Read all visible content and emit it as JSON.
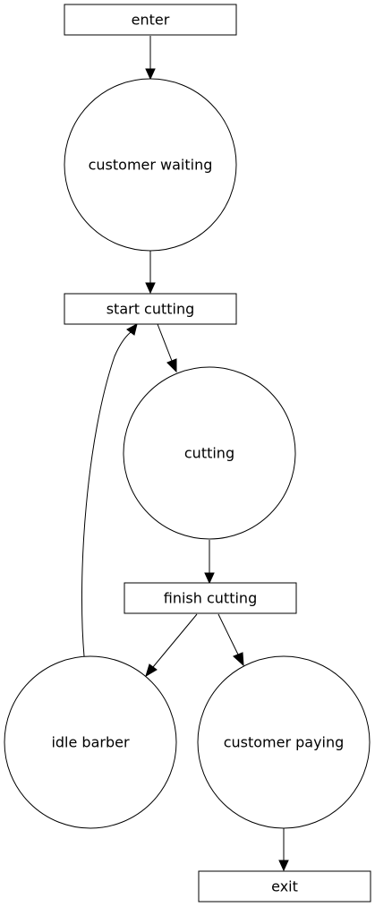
{
  "diagram": {
    "type": "petri-net",
    "transitions": {
      "enter": "enter",
      "start_cutting": "start cutting",
      "finish_cutting": "finish cutting",
      "exit": "exit"
    },
    "places": {
      "customer_waiting": "customer waiting",
      "cutting": "cutting",
      "idle_barber": "idle barber",
      "customer_paying": "customer paying"
    },
    "edges": [
      {
        "from": "enter",
        "to": "customer waiting"
      },
      {
        "from": "customer waiting",
        "to": "start cutting"
      },
      {
        "from": "start cutting",
        "to": "cutting"
      },
      {
        "from": "cutting",
        "to": "finish cutting"
      },
      {
        "from": "finish cutting",
        "to": "idle barber"
      },
      {
        "from": "finish cutting",
        "to": "customer paying"
      },
      {
        "from": "idle barber",
        "to": "start cutting"
      },
      {
        "from": "customer paying",
        "to": "exit"
      }
    ]
  }
}
